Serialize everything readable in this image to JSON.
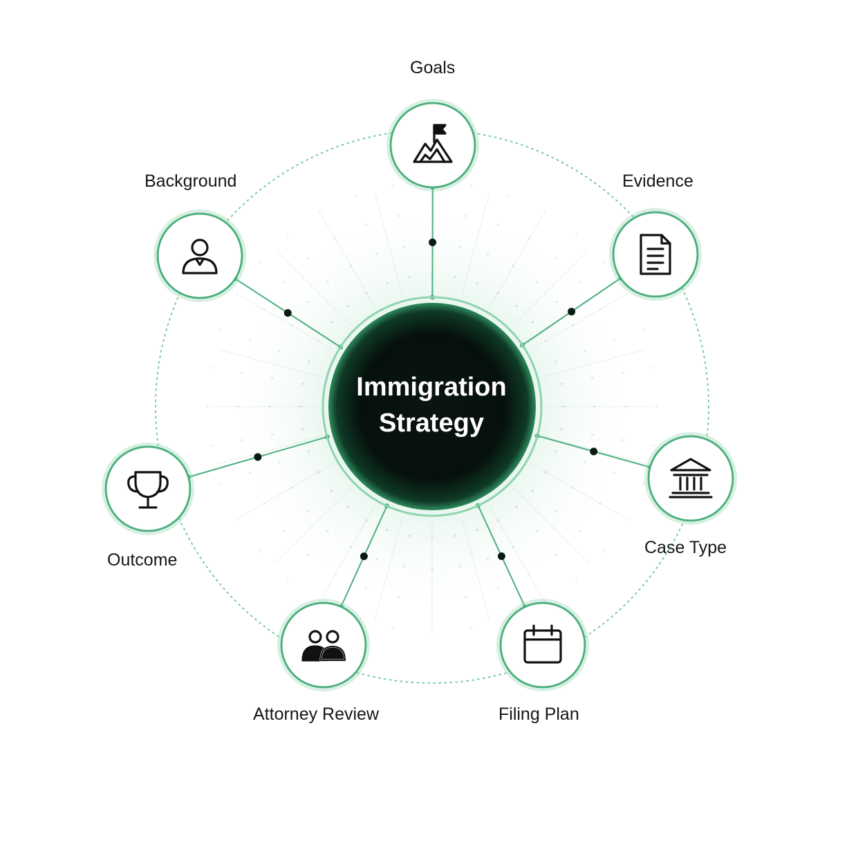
{
  "hub": {
    "title_line1": "Immigration",
    "title_line2": "Strategy"
  },
  "nodes": [
    {
      "id": "goals",
      "label": "Goals",
      "icon": "flag-mountain-icon"
    },
    {
      "id": "evidence",
      "label": "Evidence",
      "icon": "document-icon"
    },
    {
      "id": "case-type",
      "label": "Case Type",
      "icon": "courthouse-icon"
    },
    {
      "id": "filing-plan",
      "label": "Filing Plan",
      "icon": "calendar-icon"
    },
    {
      "id": "attorney-review",
      "label": "Attorney Review",
      "icon": "people-icon"
    },
    {
      "id": "outcome",
      "label": "Outcome",
      "icon": "trophy-icon"
    },
    {
      "id": "background",
      "label": "Background",
      "icon": "person-icon"
    }
  ],
  "colors": {
    "accent": "#4CAF7D",
    "accent_light": "#8FD3AE",
    "hub_fill": "#050b09",
    "icon": "#111111",
    "label": "#151515"
  }
}
